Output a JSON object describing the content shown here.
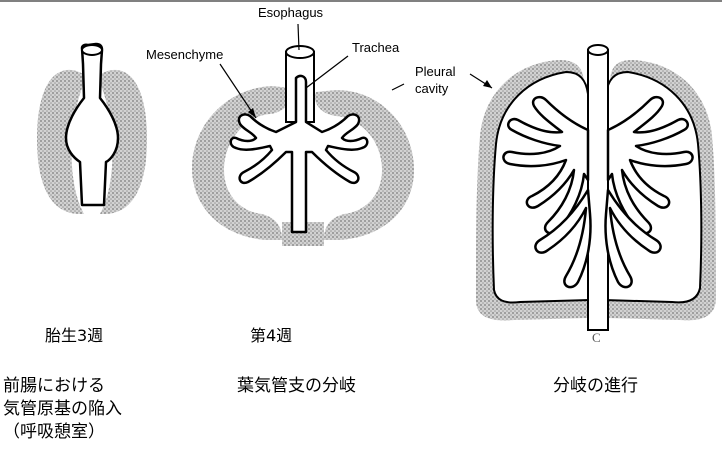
{
  "labels": {
    "esophagus": "Esophagus",
    "mesenchyme": "Mesenchyme",
    "trachea": "Trachea",
    "pleural_line1": "Pleural",
    "pleural_line2": "cavity"
  },
  "stages": [
    {
      "title": "胎生3週",
      "caption_lines": [
        "前腸における",
        "気管原基の陥入",
        "（呼吸憩室）"
      ]
    },
    {
      "title": "第4週",
      "caption_lines": [
        "葉気管支の分岐"
      ]
    },
    {
      "title": "",
      "caption_lines": [
        "分岐の進行"
      ]
    }
  ],
  "figure_mark": "C",
  "colors": {
    "mesenchyme_fill": "#bdbdbd",
    "line": "#000000",
    "background": "#ffffff"
  }
}
